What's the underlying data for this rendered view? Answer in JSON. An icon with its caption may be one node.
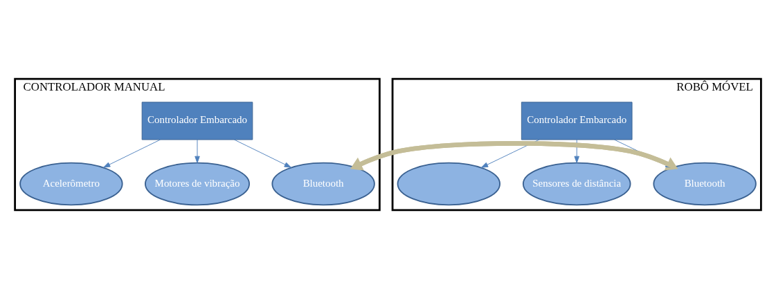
{
  "diagram": {
    "nodes": [
      {
        "text": [
          "CONTROLADOR MANUAL"
        ]
      },
      {
        "text": [
          "Acelerômetro"
        ],
        "in": 0
      },
      {
        "text": [
          "Controlador Embarcado"
        ],
        "in": 0
      },
      {
        "text": [
          "Motores de vibração"
        ],
        "in": 0
      },
      {
        "text": [
          "Bluetooth"
        ],
        "in": 0
      },
      {
        "text": [
          "ROBÔ MÓVEL"
        ]
      },
      {
        "text": [
          "Controlador Embarcado"
        ],
        "in": 5
      },
      {
        "text": [],
        "shape": "ellipse",
        "in": 5
      },
      {
        "text": [
          "Sensores de distância"
        ],
        "in": 5
      },
      {
        "text": [
          "Bluetooth"
        ],
        "in": 5
      }
    ],
    "edges": [
      {
        "from": 2,
        "to": 1,
        "arrow": "to"
      },
      {
        "from": 2,
        "to": 3,
        "arrow": "to"
      },
      {
        "from": 2,
        "to": 4,
        "arrow": "to"
      },
      {
        "from": 6,
        "to": 7,
        "arrow": "to"
      },
      {
        "from": 6,
        "to": 8,
        "arrow": "to"
      },
      {
        "from": 6,
        "to": 9,
        "arrow": "to"
      },
      {
        "from": 4,
        "to": 9,
        "arrow": "to",
        "style": "thick",
        "color": "#c4bd97"
      },
      {
        "from": 9,
        "to": 4,
        "arrow": "to",
        "style": "thick",
        "color": "#c4bd97"
      }
    ]
  }
}
